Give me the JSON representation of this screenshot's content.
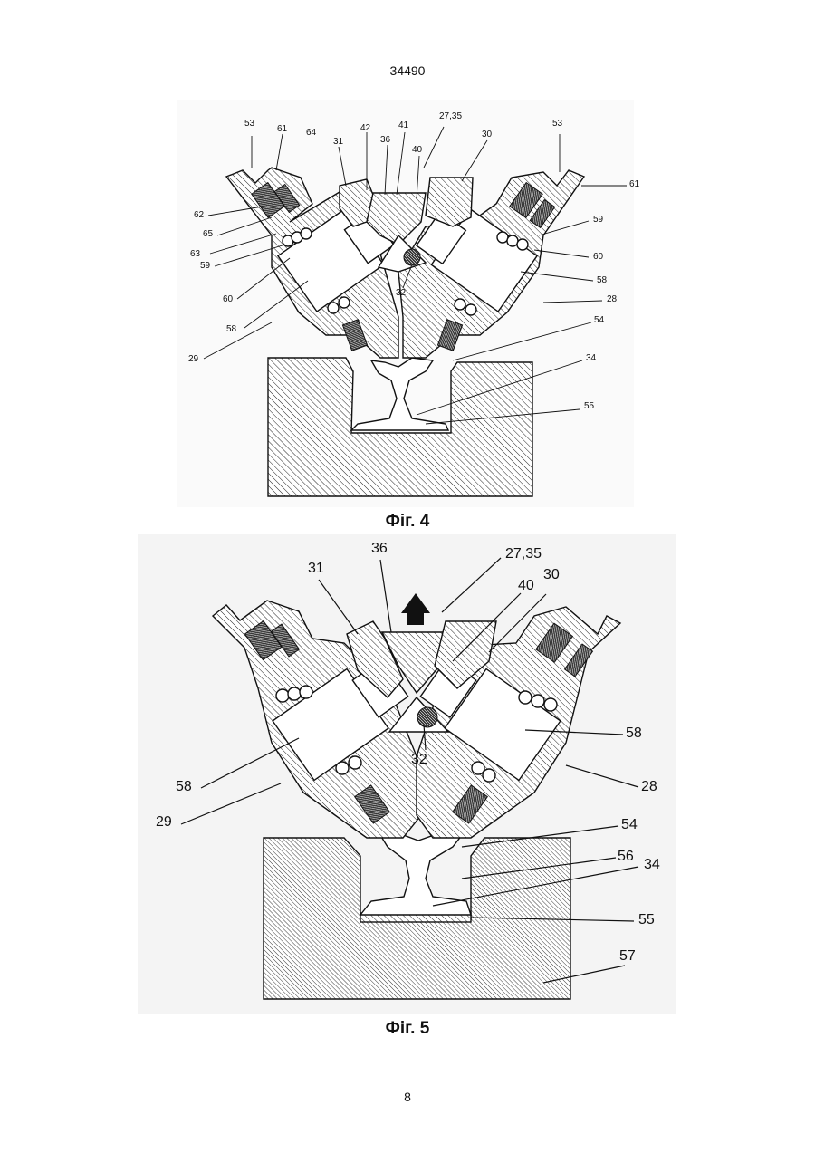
{
  "page": {
    "number_top": "34490",
    "number_bottom": "8"
  },
  "figure4": {
    "caption": "Фіг. 4",
    "labels": [
      "53",
      "61",
      "64",
      "31",
      "42",
      "36",
      "41",
      "27,35",
      "40",
      "30",
      "53",
      "61",
      "62",
      "65",
      "63",
      "59",
      "60",
      "58",
      "32",
      "59",
      "60",
      "58",
      "28",
      "54",
      "29",
      "34",
      "55"
    ]
  },
  "figure5": {
    "caption": "Фіг. 5",
    "labels": [
      "36",
      "27,35",
      "31",
      "40",
      "30",
      "32",
      "58",
      "58",
      "28",
      "29",
      "54",
      "56",
      "34",
      "55",
      "57"
    ]
  },
  "colors": {
    "ink": "#111111",
    "paper": "#ffffff",
    "scan_bg": "#f4f4f4"
  }
}
